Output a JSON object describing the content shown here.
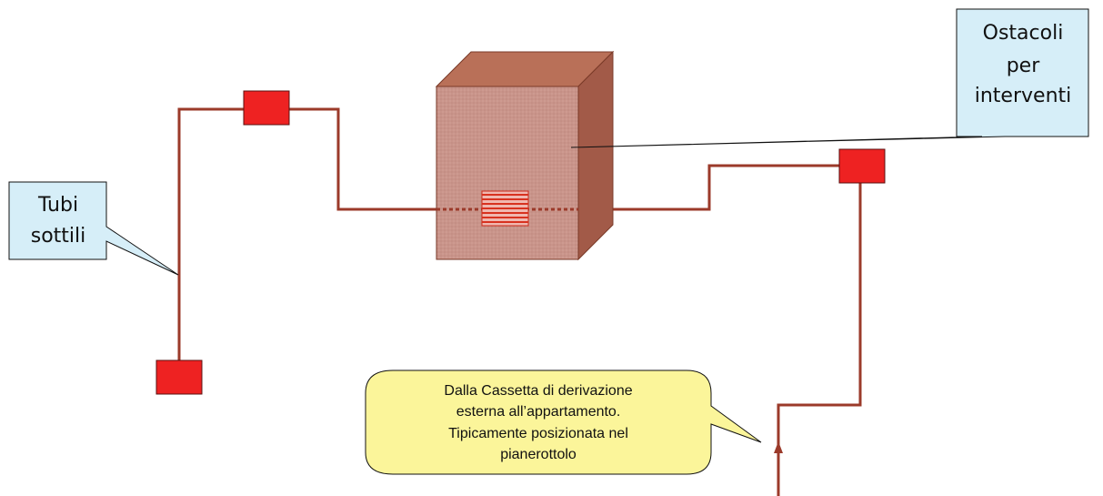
{
  "callouts": {
    "ostacoli": {
      "lines": [
        "Ostacoli",
        "per",
        "interventi"
      ]
    },
    "tubi": {
      "lines": [
        "Tubi",
        "sottili"
      ]
    },
    "cassetta": {
      "lines": [
        "Dalla Cassetta di derivazione",
        "esterna all’appartamento.",
        "Tipicamente posizionata nel",
        "pianerottolo"
      ]
    }
  },
  "colors": {
    "pipe": "#9b3a2a",
    "junction_box": "#ee2222",
    "callout_blue": "#d6eef8",
    "callout_yellow": "#fbf59a",
    "obstacle_front": "#c9948a",
    "obstacle_top": "#b97058",
    "obstacle_side": "#a25a48"
  },
  "icons": {
    "junction_box": "red-rectangle",
    "obstacle": "3d-box",
    "vent": "striped-grille",
    "arrow": "arrow-up"
  }
}
